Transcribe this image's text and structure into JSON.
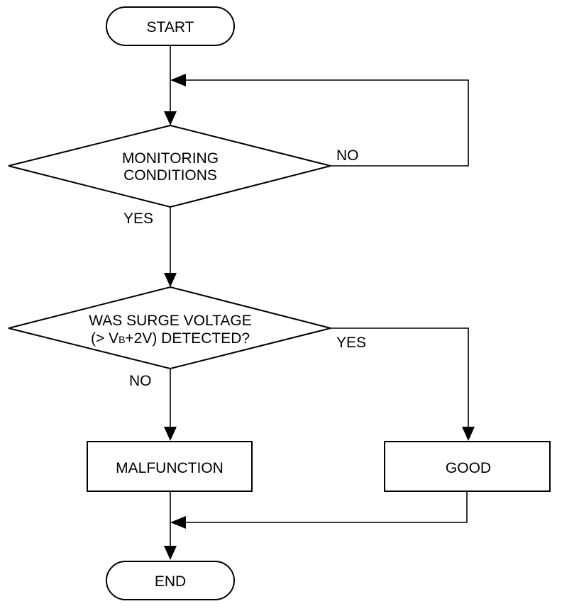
{
  "nodes": {
    "start": "START",
    "decision1": {
      "line1": "MONITORING",
      "line2": "CONDITIONS"
    },
    "decision2": {
      "line1": "WAS SURGE VOLTAGE",
      "line2_prefix": "(> V",
      "line2_sub": "B",
      "line2_suffix": "+2V) DETECTED?"
    },
    "malfunction": "MALFUNCTION",
    "good": "GOOD",
    "end": "END"
  },
  "edges": {
    "decision1_no": "NO",
    "decision1_yes": "YES",
    "decision2_yes": "YES",
    "decision2_no": "NO"
  }
}
